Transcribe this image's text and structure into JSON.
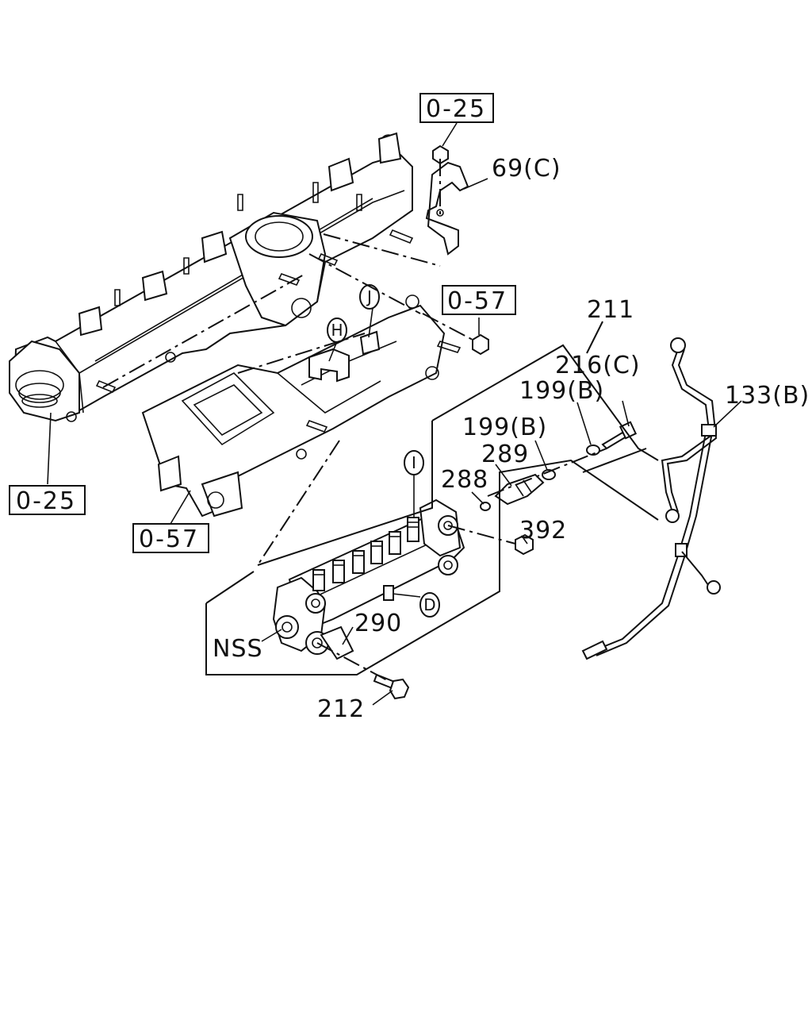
{
  "diagram": {
    "ref_boxes": {
      "top": "0-25",
      "left": "0-25",
      "right_upper": "0-57",
      "lower": "0-57"
    },
    "callouts": {
      "c69c": "69(C)",
      "c211": "211",
      "c216c": "216(C)",
      "c199b_upper": "199(B)",
      "c199b_lower": "199(B)",
      "c133b": "133(B)",
      "c289": "289",
      "c288": "288",
      "c392": "392",
      "c290": "290",
      "cnss": "NSS",
      "c212": "212"
    },
    "circle_markers": {
      "h": "H",
      "j": "J",
      "i": "I",
      "d": "D"
    }
  }
}
